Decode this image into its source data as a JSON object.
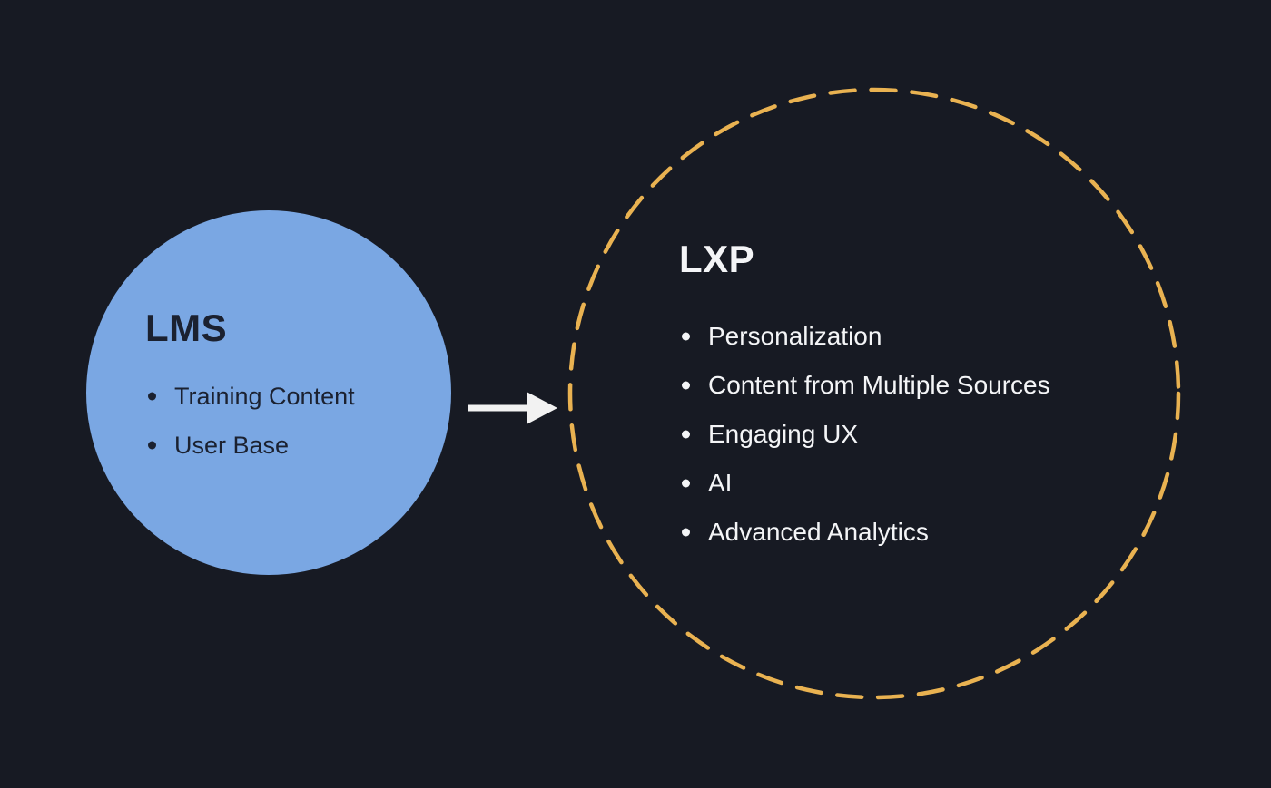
{
  "colors": {
    "background": "#171a23",
    "lms_circle": "#7aa7e3",
    "lms_text": "#1b2130",
    "lxp_dash": "#e9b251",
    "lxp_text": "#f4f5f7",
    "arrow": "#f2f2f2"
  },
  "lms": {
    "title": "LMS",
    "bullets": [
      "Training Content",
      "User Base"
    ]
  },
  "lxp": {
    "title": "LXP",
    "bullets": [
      "Personalization",
      "Content from Multiple Sources",
      "Engaging UX",
      "AI",
      "Advanced Analytics"
    ]
  }
}
